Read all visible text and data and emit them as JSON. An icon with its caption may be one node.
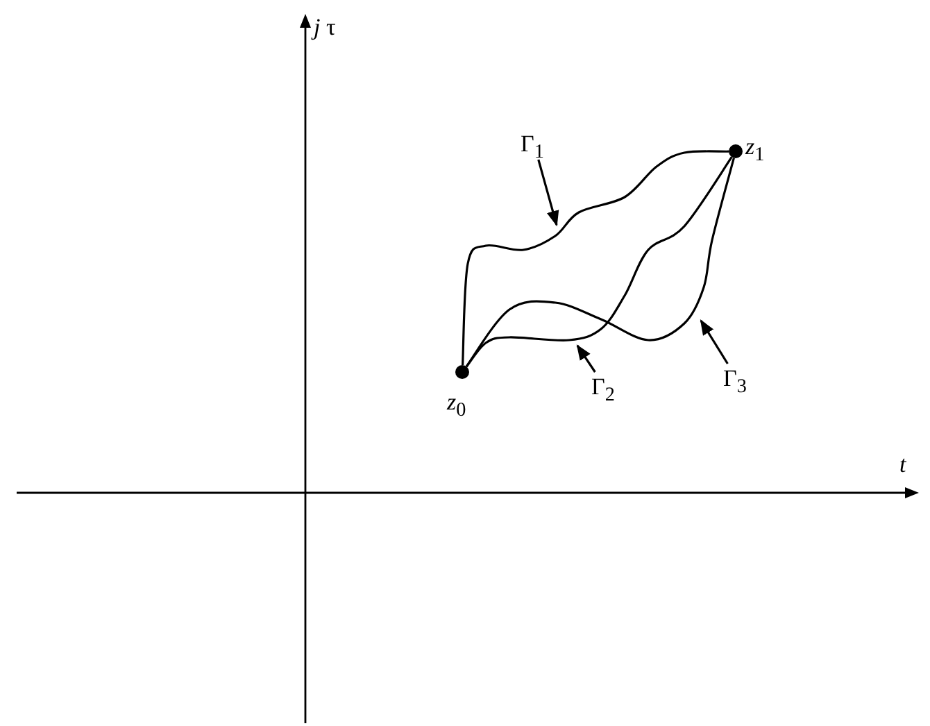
{
  "diagram": {
    "nodes": [
      {
        "text": [
          "*z*$_{0}$"
        ]
      },
      {
        "text": [
          "*z*$_{1}$"
        ]
      },
      {
        "text": [
          "Γ$_{1}$"
        ]
      },
      {
        "text": [
          "Γ$_{2}$"
        ]
      },
      {
        "text": [
          "Γ$_{3}$"
        ]
      }
    ],
    "edges": [
      {
        "from": 0,
        "to": 1,
        "arrow": "none"
      },
      {
        "from": 0,
        "to": 1,
        "arrow": "none"
      },
      {
        "from": 0,
        "to": 1,
        "arrow": "none"
      },
      {
        "from": 2,
        "to": null,
        "arrow": "to"
      },
      {
        "from": 3,
        "to": null,
        "arrow": "to"
      },
      {
        "from": 4,
        "to": null,
        "arrow": "to"
      }
    ],
    "labels": [
      "*j* τ",
      "*t*"
    ]
  }
}
